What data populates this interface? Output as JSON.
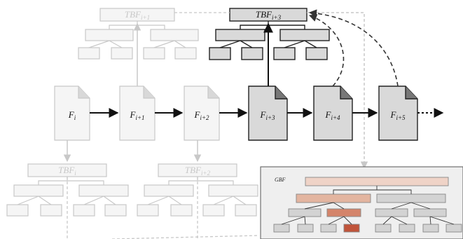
{
  "files": [
    {
      "id": "fi",
      "base": "F",
      "sub": "i",
      "state": "faded"
    },
    {
      "id": "fi1",
      "base": "F",
      "sub": "i+1",
      "state": "faded"
    },
    {
      "id": "fi2",
      "base": "F",
      "sub": "i+2",
      "state": "faded"
    },
    {
      "id": "fi3",
      "base": "F",
      "sub": "i+3",
      "state": "active"
    },
    {
      "id": "fi4",
      "base": "F",
      "sub": "i+4",
      "state": "active"
    },
    {
      "id": "fi5",
      "base": "F",
      "sub": "i+5",
      "state": "active"
    }
  ],
  "tbfs": [
    {
      "id": "tbf-i1",
      "base": "TBF",
      "sub": "i+1",
      "state": "faded"
    },
    {
      "id": "tbf-i3",
      "base": "TBF",
      "sub": "i+3",
      "state": "active"
    },
    {
      "id": "tbf-i",
      "base": "TBF",
      "sub": "i",
      "state": "faded"
    },
    {
      "id": "tbf-i2",
      "base": "TBF",
      "sub": "i+2",
      "state": "faded"
    }
  ],
  "gbf": {
    "label": "GBF"
  },
  "colors": {
    "faded_stroke": "#c8c8c8",
    "faded_fill": "#f5f5f5",
    "active_fill": "#d9d9d9",
    "active_stroke": "#222222",
    "gbf_panel": "#efefef",
    "gbf_root": "#efd3c7",
    "gbf_level1_hl": "#e3b5a0",
    "gbf_level2_hl": "#d4846a",
    "gbf_leaf_hl": "#c0543a",
    "gbf_node": "#d3d3d3"
  }
}
